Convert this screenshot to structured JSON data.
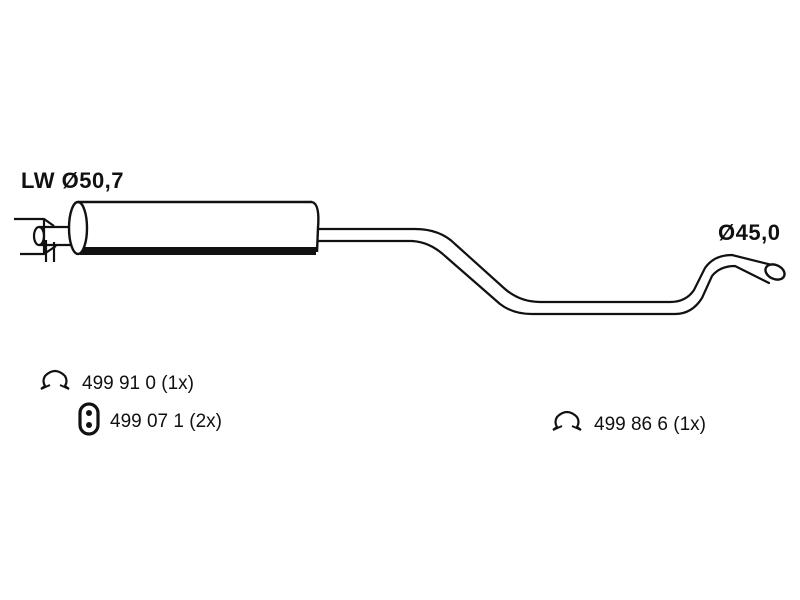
{
  "labels": {
    "inlet_diameter": "LW Ø50,7",
    "outlet_diameter": "Ø45,0"
  },
  "parts": [
    {
      "icon": "clamp-icon",
      "text": "499 91 0 (1x)"
    },
    {
      "icon": "rubber-mount-icon",
      "text": "499 07 1 (2x)"
    },
    {
      "icon": "clamp-icon",
      "text": "499 86 6 (1x)"
    }
  ],
  "colors": {
    "line": "#111111",
    "background": "#ffffff"
  }
}
